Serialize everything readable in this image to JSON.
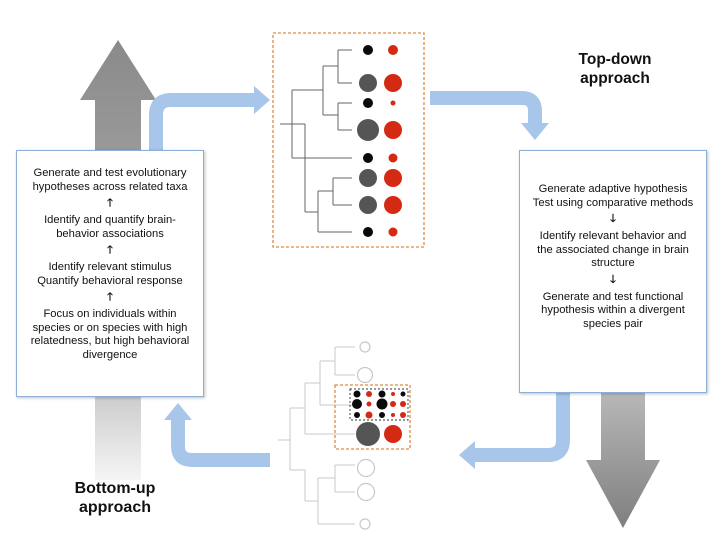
{
  "topdown": {
    "title_line1": "Top-down",
    "title_line2": "approach",
    "steps": [
      [
        "Generate adaptive hypothesis",
        "Test using comparative methods"
      ],
      [
        "Identify relevant behavior and",
        "the associated change in brain",
        "structure"
      ],
      [
        "Generate and test functional",
        "hypothesis within a divergent",
        "species pair"
      ]
    ],
    "arrow": "🡓"
  },
  "bottomup": {
    "title_line1": "Bottom-up",
    "title_line2": "approach",
    "steps": [
      [
        "Generate and test evolutionary",
        "hypotheses across related taxa"
      ],
      [
        "Identify and quantify brain-",
        "behavior associations"
      ],
      [
        "Identify relevant stimulus",
        "Quantify behavioral response"
      ],
      [
        "Focus on individuals within",
        "species or on species with high",
        "relatedness, but high behavioral",
        "divergence"
      ]
    ],
    "arrow": "🡑"
  },
  "colors": {
    "flow_arrow": "#a7c6ea",
    "big_arrow": "#8a8a8a",
    "dashed_frame": "#e08a3c",
    "black_dot": "#0a0a0a",
    "gray_dot": "#555555",
    "red_dot": "#d42a14"
  },
  "top_tree": {
    "rows": [
      {
        "black": 5,
        "red": 5
      },
      {
        "gray": 9,
        "red": 9
      },
      {
        "black": 5,
        "red": 2.5
      },
      {
        "gray": 11,
        "red": 9
      },
      {
        "black": 5,
        "red": 4.5
      },
      {
        "gray": 9,
        "red": 9
      },
      {
        "gray": 9,
        "red": 9
      },
      {
        "black": 5,
        "red": 4.5
      }
    ]
  }
}
